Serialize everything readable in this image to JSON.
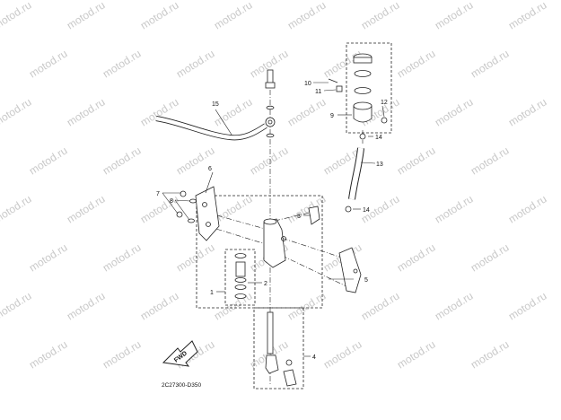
{
  "diagram": {
    "code": "2C27300-D350",
    "fwd": "FWD",
    "watermark": "motod.ru",
    "callouts": {
      "c1": "1",
      "c2": "2",
      "c3": "3",
      "c4": "4",
      "c5": "5",
      "c6": "6",
      "c7": "7",
      "c8": "8",
      "c9": "9",
      "c10": "10",
      "c11": "11",
      "c12": "12",
      "c13": "13",
      "c14a": "14",
      "c14b": "14",
      "c15": "15"
    }
  }
}
